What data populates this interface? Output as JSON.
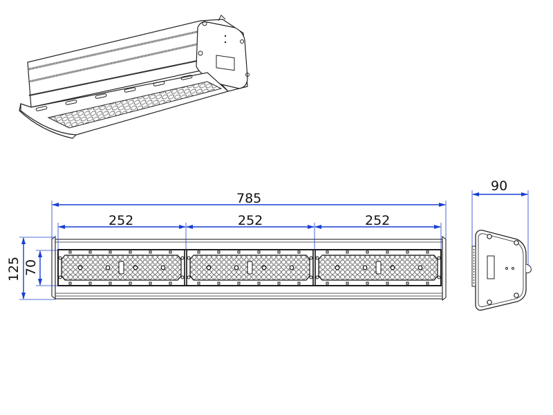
{
  "drawing": {
    "subject": "LED linear high bay light – 3 module fixture",
    "units": "mm",
    "colors": {
      "line": "#222222",
      "dimension": "#1a3fd1",
      "background": "#ffffff"
    }
  },
  "views": {
    "isometric": {
      "label": "isometric-view"
    },
    "front": {
      "label": "front-view",
      "modules": 3
    },
    "side": {
      "label": "side-view"
    }
  },
  "dimensions": {
    "overall_length": "785",
    "module_1_length": "252",
    "module_2_length": "252",
    "module_3_length": "252",
    "overall_height": "125",
    "module_height": "70",
    "side_width": "90"
  }
}
